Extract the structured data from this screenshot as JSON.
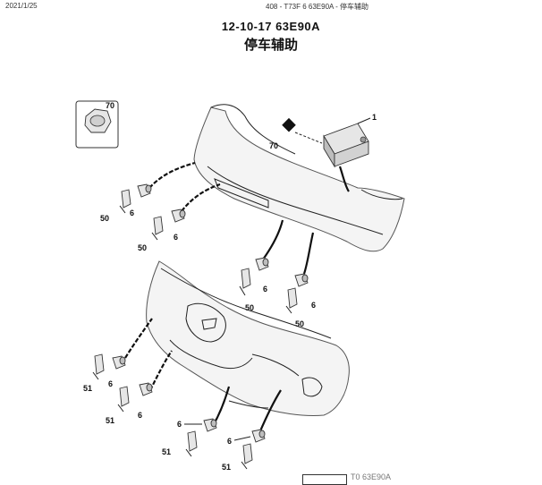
{
  "header": {
    "date": "2021/1/25",
    "document": "408 - T73F 6 63E90A - 停车辅助"
  },
  "diagram": {
    "code": "12-10-17 63E90A",
    "title": "停车辅助",
    "callouts": {
      "inset": "70",
      "fastener": "70",
      "module": "1",
      "rr_left_bracket": "50",
      "rr_left_sensor": "6",
      "rr_midleft_bracket": "50",
      "rr_midleft_sensor": "6",
      "rr_midright_sensor": "6",
      "rr_midright_bracket": "50",
      "rr_right_sensor": "6",
      "rr_right_bracket": "50",
      "fr_left_bracket": "51",
      "fr_left_sensor": "6",
      "fr_midleft_bracket": "51",
      "fr_midleft_sensor": "6",
      "fr_midright_sensor": "6",
      "fr_midright_bracket": "51",
      "fr_right_sensor": "6",
      "fr_right_bracket": "51"
    }
  },
  "footer": {
    "reference": "T0 63E90A"
  }
}
